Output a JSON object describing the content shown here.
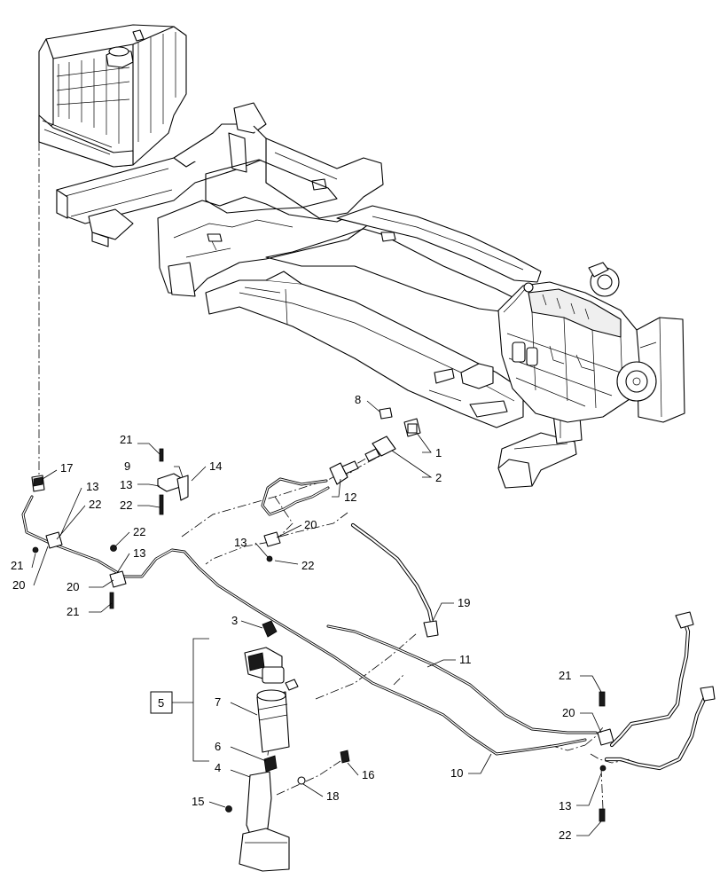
{
  "callouts": {
    "c1": "1",
    "c2": "2",
    "c3": "3",
    "c4": "4",
    "c5": "5",
    "c6": "6",
    "c7": "7",
    "c8": "8",
    "c9": "9",
    "c10": "10",
    "c11": "11",
    "c12": "12",
    "c13a": "13",
    "c13b": "13",
    "c13c": "13",
    "c13d": "13",
    "c13e": "13",
    "c14": "14",
    "c15": "15",
    "c16": "16",
    "c17": "17",
    "c18": "18",
    "c19": "19",
    "c20a": "20",
    "c20b": "20",
    "c20c": "20",
    "c20d": "20",
    "c21a": "21",
    "c21b": "21",
    "c21c": "21",
    "c21d": "21",
    "c22a": "22",
    "c22b": "22",
    "c22c": "22",
    "c22d": "22",
    "c22e": "22"
  }
}
